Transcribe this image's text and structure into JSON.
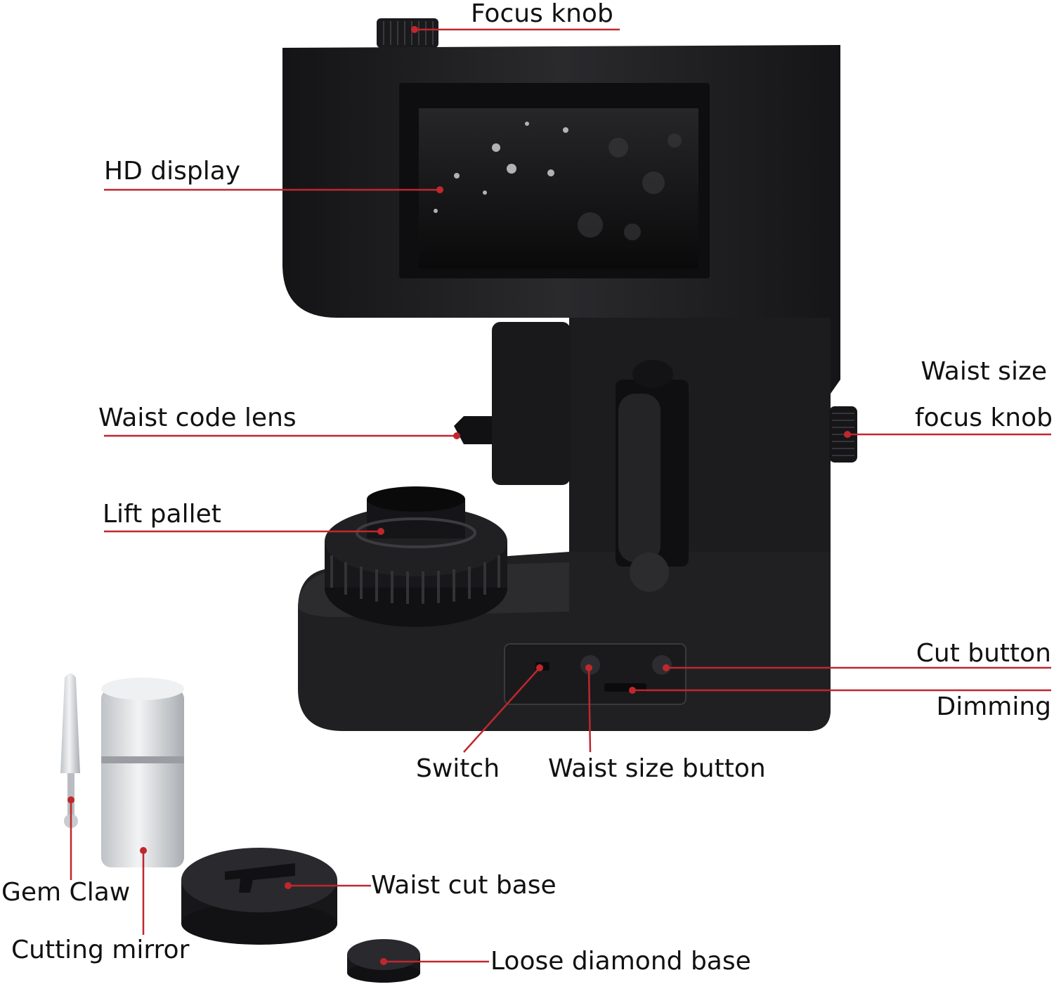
{
  "colors": {
    "background": "#ffffff",
    "device_body": "#1e1e20",
    "device_shadow": "#0c0c0d",
    "screen": "#0b0b0d",
    "accessory_silver": "#d6d8db",
    "leader_line": "#c0272d",
    "label_text": "#111111"
  },
  "labels": {
    "focus_knob": "Focus knob",
    "hd_display": "HD display",
    "waist_size_focus_knob_line1": "Waist size",
    "waist_size_focus_knob_line2": "focus knob",
    "waist_code_lens": "Waist code lens",
    "lift_pallet": "Lift pallet",
    "cut_button": "Cut button",
    "dimming": "Dimming",
    "switch": "Switch",
    "waist_size_button": "Waist size button",
    "gem_claw": "Gem Claw",
    "cutting_mirror": "Cutting mirror",
    "waist_cut_base": "Waist cut base",
    "loose_diamond_base": "Loose diamond base"
  }
}
